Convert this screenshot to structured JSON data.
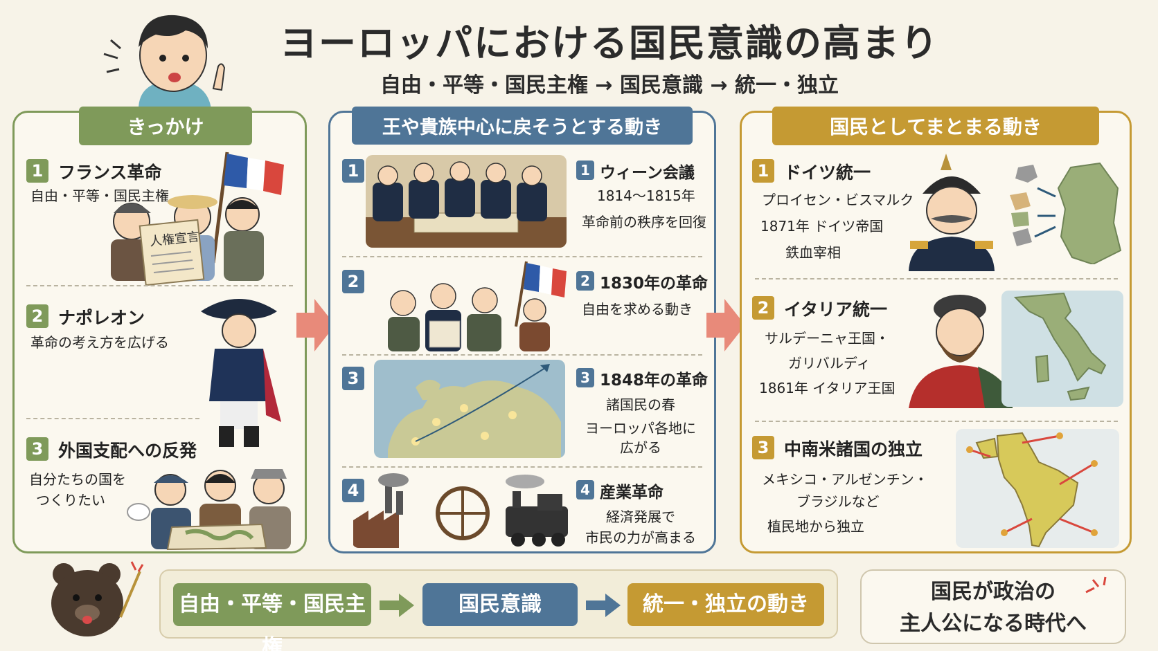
{
  "title": "ヨーロッパにおける国民意識の高まり",
  "subtitle": "自由・平等・国民主権 → 国民意識 → 統一・独立",
  "panels": {
    "left": {
      "tag": "きっかけ",
      "items": [
        {
          "num": "1",
          "head": "フランス革命",
          "text": "自由・平等・国民主権",
          "doc": "人権宣言"
        },
        {
          "num": "2",
          "head": "ナポレオン",
          "text": "革命の考え方を広げる"
        },
        {
          "num": "3",
          "head": "外国支配への反発",
          "text1": "自分たちの国を",
          "text2": "つくりたい"
        }
      ]
    },
    "middle": {
      "tag": "王や貴族中心に戻そうとする動き",
      "items": [
        {
          "num": "1",
          "head": "ウィーン会議",
          "text1": "1814〜1815年",
          "text2": "革命前の秩序を回復"
        },
        {
          "num": "2",
          "head": "1830年の革命",
          "text1": "自由を求める動き"
        },
        {
          "num": "3",
          "head": "1848年の革命",
          "text1": "諸国民の春",
          "text2": "ヨーロッパ各地に",
          "text3": "広がる"
        },
        {
          "num": "4",
          "head": "産業革命",
          "text1": "経済発展で",
          "text2": "市民の力が高まる"
        }
      ]
    },
    "right": {
      "tag": "国民としてまとまる動き",
      "items": [
        {
          "num": "1",
          "head": "ドイツ統一",
          "text1": "プロイセン・ビスマルク",
          "text2": "1871年 ドイツ帝国",
          "text3": "鉄血宰相"
        },
        {
          "num": "2",
          "head": "イタリア統一",
          "text1": "サルデーニャ王国・",
          "text2": "ガリバルディ",
          "text3": "1861年 イタリア王国"
        },
        {
          "num": "3",
          "head": "中南米諸国の独立",
          "text1": "メキシコ・アルゼンチン・",
          "text2": "ブラジルなど",
          "text3": "植民地から独立"
        }
      ]
    }
  },
  "flow": {
    "step1": "自由・平等・国民主権",
    "step2": "国民意識",
    "step3": "統一・独立の動き",
    "result1": "国民が政治の",
    "result2": "主人公になる時代へ"
  },
  "colors": {
    "green": "#7f9a5a",
    "blue": "#4f7597",
    "gold": "#c59a33",
    "arrow": "#e88a7a"
  }
}
